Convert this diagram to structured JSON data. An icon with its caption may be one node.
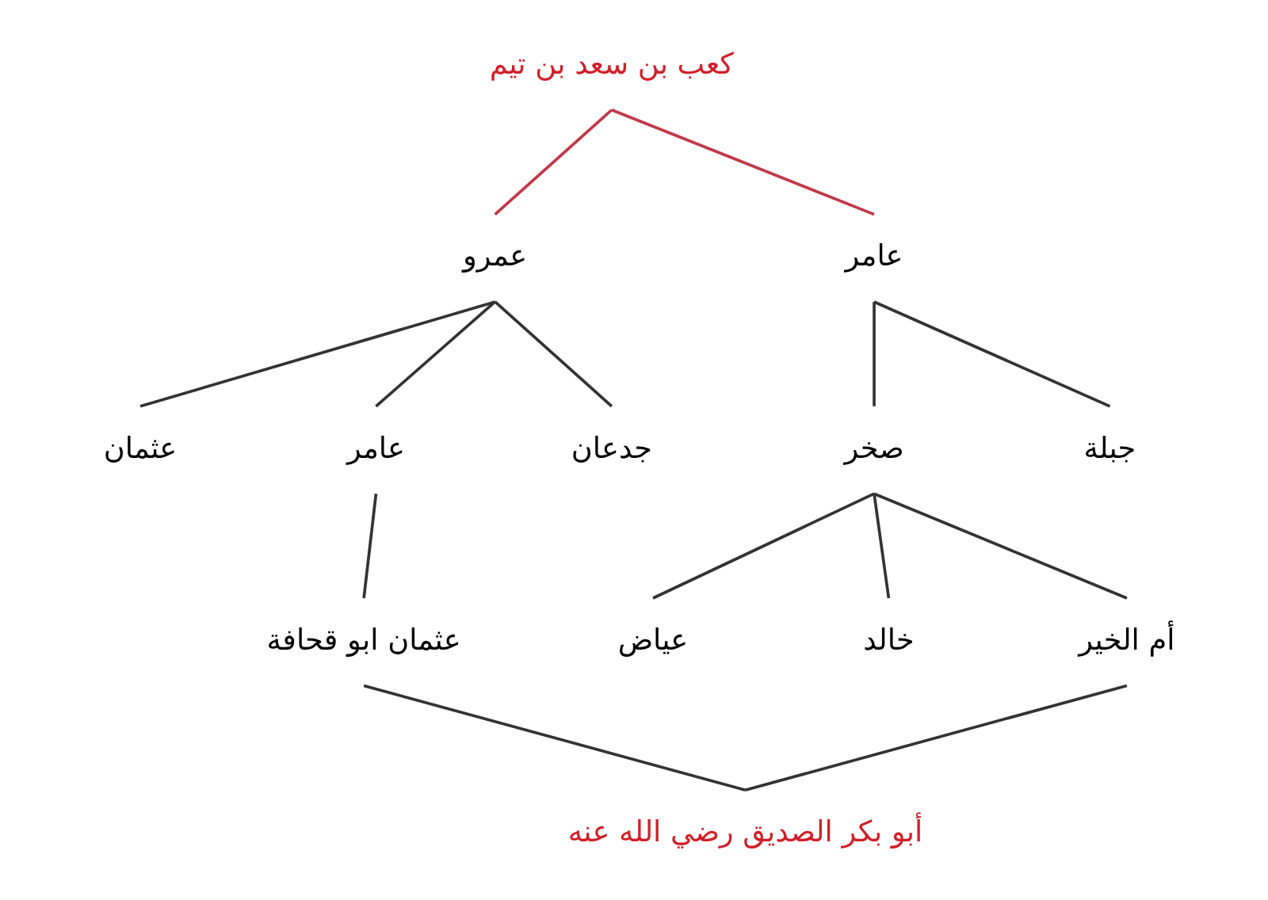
{
  "diagram": {
    "nodes": [
      {
        "text": [
          "كعب بن سعد بن تيم"
        ]
      },
      {
        "text": [
          "عمرو"
        ]
      },
      {
        "text": [
          "عامر"
        ]
      },
      {
        "text": [
          "عثمان"
        ]
      },
      {
        "text": [
          "عامر"
        ]
      },
      {
        "text": [
          "جدعان"
        ]
      },
      {
        "text": [
          "صخر"
        ]
      },
      {
        "text": [
          "جبلة"
        ]
      },
      {
        "text": [
          "عثمان ابو قحافة"
        ]
      },
      {
        "text": [
          "عياض"
        ]
      },
      {
        "text": [
          "خالد"
        ]
      },
      {
        "text": [
          "أم الخير"
        ]
      },
      {
        "text": [
          "أبو بكر الصديق رضي الله عنه"
        ]
      }
    ],
    "edges": [
      {
        "from": 0,
        "to": 1,
        "arrow": "none",
        "color": "#c0394a"
      },
      {
        "from": 0,
        "to": 2,
        "arrow": "none",
        "color": "#c0394a"
      },
      {
        "from": 1,
        "to": 3,
        "arrow": "none"
      },
      {
        "from": 1,
        "to": 4,
        "arrow": "none"
      },
      {
        "from": 1,
        "to": 5,
        "arrow": "none"
      },
      {
        "from": 2,
        "to": 6,
        "arrow": "none"
      },
      {
        "from": 2,
        "to": 7,
        "arrow": "none"
      },
      {
        "from": 4,
        "to": 8,
        "arrow": "none"
      },
      {
        "from": 6,
        "to": 9,
        "arrow": "none"
      },
      {
        "from": 6,
        "to": 10,
        "arrow": "none"
      },
      {
        "from": 6,
        "to": 11,
        "arrow": "none"
      },
      {
        "from": 8,
        "to": 12,
        "arrow": "none"
      },
      {
        "from": 11,
        "to": 12,
        "arrow": "none"
      }
    ]
  }
}
